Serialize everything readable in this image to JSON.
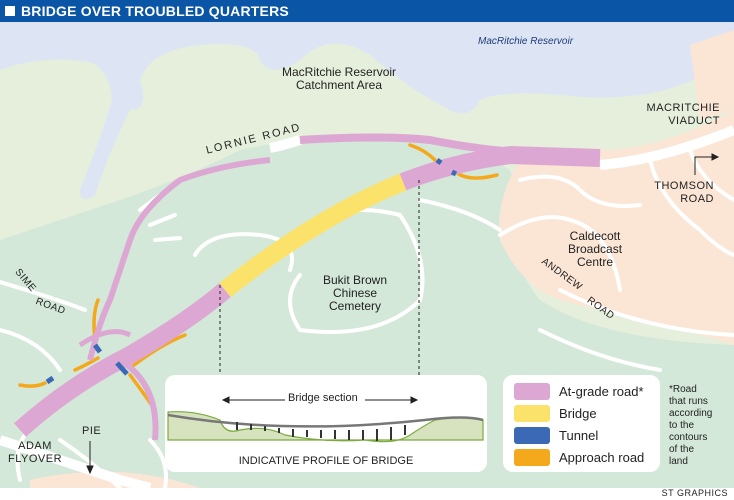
{
  "header": {
    "title": "BRIDGE OVER TROUBLED QUARTERS"
  },
  "map": {
    "water_label": "MacRitchie Reservoir",
    "areas": {
      "catchment_line1": "MacRitchie Reservoir",
      "catchment_line2": "Catchment Area",
      "cemetery_line1": "Bukit Brown",
      "cemetery_line2": "Chinese",
      "cemetery_line3": "Cemetery",
      "broadcast_line1": "Caldecott",
      "broadcast_line2": "Broadcast",
      "broadcast_line3": "Centre"
    },
    "roads": {
      "lornie": "LORNIE ROAD",
      "sime_1": "SIME",
      "sime_2": "ROAD",
      "andrew_1": "ANDREW",
      "andrew_2": "ROAD",
      "viaduct_1": "MACRITCHIE",
      "viaduct_2": "VIADUCT",
      "thomson_1": "THOMSON",
      "thomson_2": "ROAD",
      "adam_1": "ADAM",
      "adam_2": "FLYOVER",
      "pie": "PIE"
    }
  },
  "profile": {
    "bridge_section_label": "Bridge section",
    "caption": "INDICATIVE PROFILE OF BRIDGE"
  },
  "legend": {
    "items": [
      {
        "label": "At-grade road*",
        "color": "#dca8d3"
      },
      {
        "label": "Bridge",
        "color": "#fbe26b"
      },
      {
        "label": "Tunnel",
        "color": "#3b69b6"
      },
      {
        "label": "Approach road",
        "color": "#f4a81c"
      }
    ],
    "footnote": [
      "*Road",
      "that runs",
      "according",
      "to the",
      "contours",
      "of the",
      "land"
    ]
  },
  "colors": {
    "header": "#0a55a6",
    "water": "#dde5f4",
    "catchment": "#e6efdc",
    "park": "#d4e8d9",
    "urban": "#fbe6d6"
  },
  "credit": "ST GRAPHICS"
}
